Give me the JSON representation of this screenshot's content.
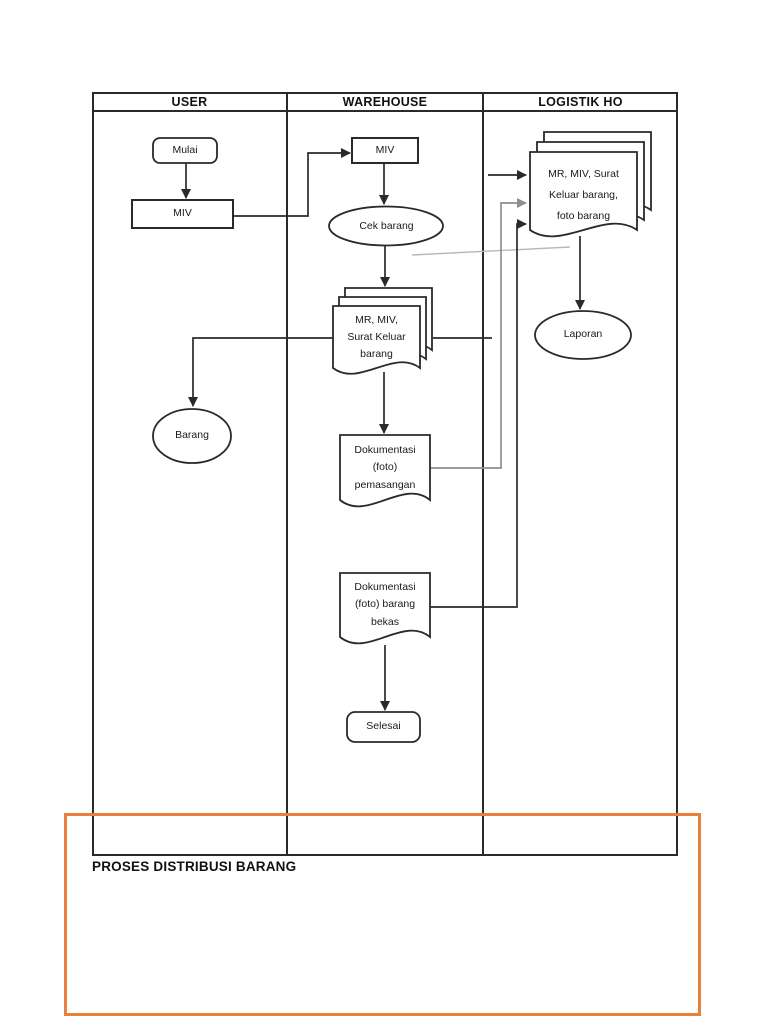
{
  "page": {
    "caption": "PROSES DISTRIBUSI BARANG"
  },
  "lanes": [
    {
      "label": "USER"
    },
    {
      "label": "WAREHOUSE"
    },
    {
      "label": "LOGISTIK HO"
    }
  ],
  "nodes": {
    "mulai": {
      "label": "Mulai",
      "type": "terminator"
    },
    "user_miv": {
      "label": "MIV",
      "type": "process"
    },
    "wh_miv": {
      "label": "MIV",
      "type": "process"
    },
    "cek_barang": {
      "label": "Cek barang",
      "type": "ellipse"
    },
    "wh_docs": {
      "label": "MR, MIV,\nSurat Keluar\nbarang",
      "type": "document-stack"
    },
    "barang": {
      "label": "Barang",
      "type": "ellipse"
    },
    "dok_pemasangan": {
      "label": "Dokumentasi\n(foto)\npemasangan",
      "type": "document"
    },
    "dok_barang_bekas": {
      "label": "Dokumentasi\n(foto) barang\nbekas",
      "type": "document"
    },
    "selesai": {
      "label": "Selesai",
      "type": "terminator"
    },
    "ho_docs": {
      "label": "MR, MIV, Surat\nKeluar barang,\nfoto barang",
      "type": "document-stack"
    },
    "laporan": {
      "label": "Laporan",
      "type": "ellipse"
    }
  },
  "colors": {
    "line": "#2a2a2a",
    "gray_connector": "#8f8f8f",
    "light_gray_line": "#b8b8b8",
    "accent_orange": "#e8823b",
    "background": "#ffffff"
  }
}
